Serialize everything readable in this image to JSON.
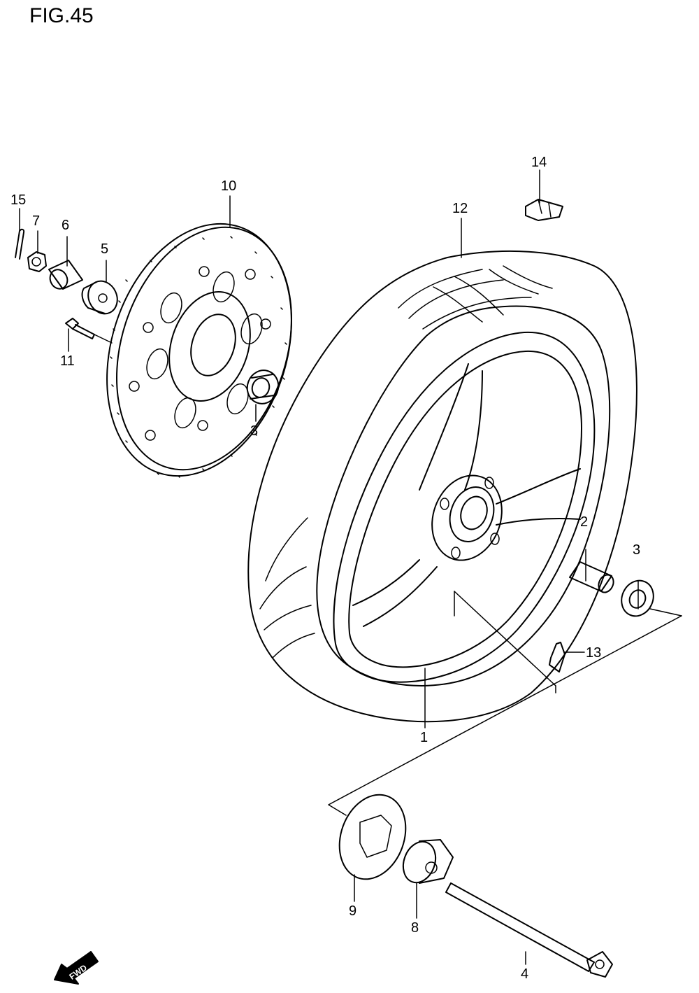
{
  "figure": {
    "title": "FIG.45"
  },
  "callouts": {
    "c1": "1",
    "c2": "2",
    "c3a": "3",
    "c3b": "3",
    "c4": "4",
    "c5": "5",
    "c6": "6",
    "c7": "7",
    "c8": "8",
    "c9": "9",
    "c10": "10",
    "c11": "11",
    "c12": "12",
    "c13": "13",
    "c14": "14",
    "c15": "15"
  },
  "direction_badge": {
    "label": "FWD"
  },
  "colors": {
    "line": "#000000",
    "background": "#ffffff"
  }
}
